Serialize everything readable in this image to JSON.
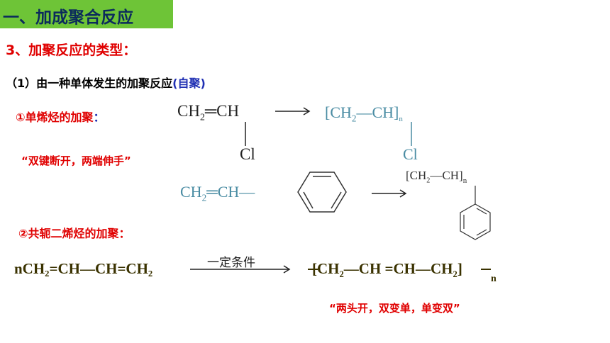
{
  "title": "一、加成聚合反应",
  "heading": "3、加聚反应的类型：",
  "sub_heading": {
    "main": "（1）由一种单体发生的加聚反应",
    "paren": "(自聚)"
  },
  "section1": {
    "label_main": "①单烯烃的加聚",
    "label_colon": "：",
    "note": "“双键断开，两端伸手”"
  },
  "section2": {
    "label": "②共轭二烯烃的加聚：",
    "note": "“两头开，双变单，单变双”"
  },
  "reaction1": {
    "reactant": {
      "left": "CH",
      "sub": "2",
      "eq": "═",
      "right": "CH",
      "substituent": "Cl"
    },
    "product": {
      "bracket_l": "[",
      "left": "CH",
      "sub": "2",
      "bond": "—",
      "right": "CH",
      "bracket_r": "]",
      "n": "n",
      "substituent": "Cl"
    }
  },
  "reaction2": {
    "reactant": {
      "left": "CH",
      "sub": "2",
      "eq": "═",
      "right": "CH—"
    },
    "product": {
      "bracket_l": "[",
      "left": "CH",
      "sub": "2",
      "bond": "—",
      "right": "CH",
      "bracket_r": "]",
      "n": "n"
    }
  },
  "reaction3": {
    "reactant": "nCH₂=CH—CH=CH₂",
    "condition": "一定条件",
    "product_left": "[CH",
    "product_sub": "2",
    "product_mid": "—CH =CH—CH",
    "product_sub2": "2",
    "product_right": "]",
    "n": "n"
  },
  "colors": {
    "title_bg": "#6ec437",
    "title_text": "#0b2a5c",
    "red": "#e00000",
    "blue": "#1f2fb3",
    "teal": "#4a8ca3",
    "olive": "#3a3200"
  }
}
